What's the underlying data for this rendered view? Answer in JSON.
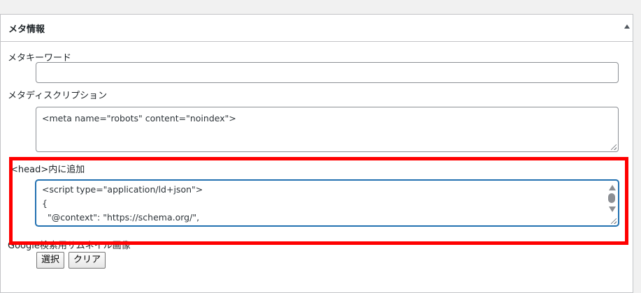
{
  "meta_box": {
    "title": "メタ情報",
    "keywords_label": "メタキーワード",
    "keywords_value": "",
    "description_label": "メタディスクリプション",
    "description_value": "<meta name=\"robots\" content=\"noindex\">",
    "head_label": "<head>内に追加",
    "head_value": "<script type=\"application/ld+json\">\n{\n  \"@context\": \"https://schema.org/\",",
    "image_label": "Google検索用サムネイル画像",
    "select_button": "選択",
    "clear_button": "クリア"
  },
  "icons": {
    "toggle": "triangle-up-icon",
    "resize": "resize-grip-icon"
  },
  "colors": {
    "highlight": "#ff0000",
    "focus_border": "#2271b1"
  }
}
